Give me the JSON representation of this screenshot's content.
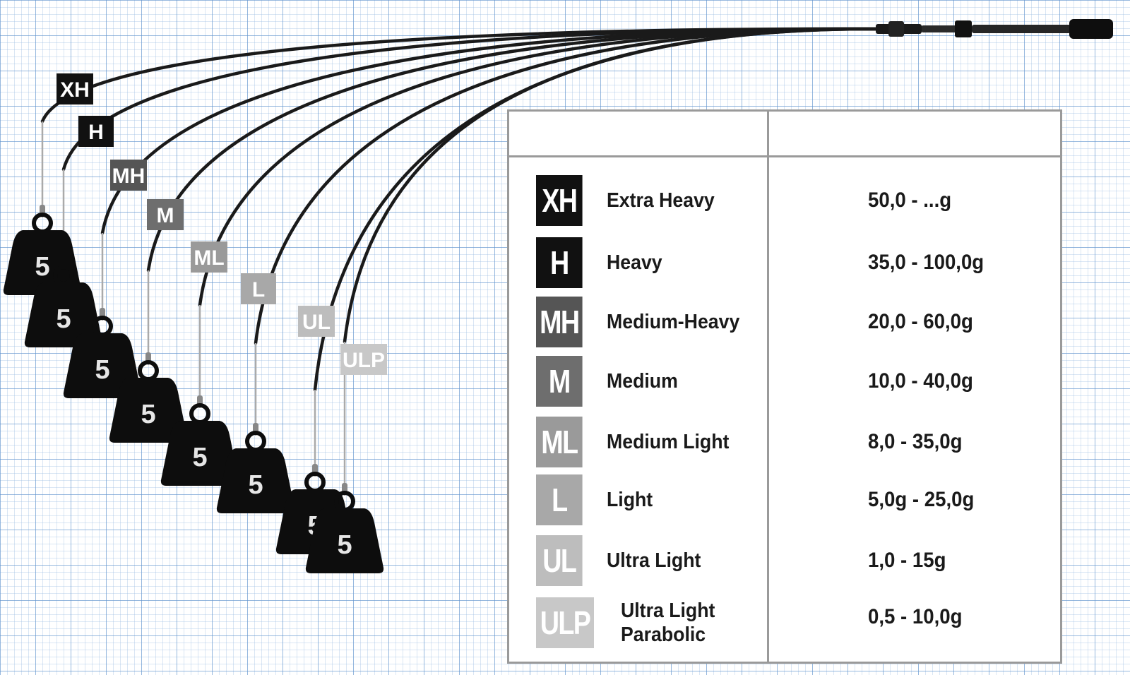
{
  "rods": [
    {
      "code": "XH",
      "weight": "5",
      "color": "#111111"
    },
    {
      "code": "H",
      "weight": "5",
      "color": "#111111"
    },
    {
      "code": "MH",
      "weight": "5",
      "color": "#555555"
    },
    {
      "code": "M",
      "weight": "5",
      "color": "#6e6e6e"
    },
    {
      "code": "ML",
      "weight": "5",
      "color": "#9a9a9a"
    },
    {
      "code": "L",
      "weight": "5",
      "color": "#a8a8a8"
    },
    {
      "code": "UL",
      "weight": "5",
      "color": "#bdbdbd"
    },
    {
      "code": "ULP",
      "weight": "5",
      "color": "#c8c8c8"
    }
  ],
  "table": {
    "rows": [
      {
        "code": "XH",
        "name": "Extra Heavy",
        "range": "50,0 - ...g",
        "color": "#111111"
      },
      {
        "code": "H",
        "name": "Heavy",
        "range": "35,0 - 100,0g",
        "color": "#111111"
      },
      {
        "code": "MH",
        "name": "Medium-Heavy",
        "range": "20,0 - 60,0g",
        "color": "#555555"
      },
      {
        "code": "M",
        "name": "Medium",
        "range": "10,0 - 40,0g",
        "color": "#6e6e6e"
      },
      {
        "code": "ML",
        "name": "Medium Light",
        "range": "8,0 - 35,0g",
        "color": "#9a9a9a"
      },
      {
        "code": "L",
        "name": "Light",
        "range": "5,0g - 25,0g",
        "color": "#a8a8a8"
      },
      {
        "code": "UL",
        "name": "Ultra Light",
        "range": "1,0 - 15g",
        "color": "#bdbdbd"
      },
      {
        "code": "ULP",
        "name": "Ultra Light\nParabolic",
        "range": "0,5 - 10,0g",
        "color": "#c8c8c8"
      }
    ]
  },
  "colors": {
    "rod": "#1a1a1a",
    "line": "#aaaaaa",
    "weight": "#0d0d0d",
    "grid": "#5f91cd"
  }
}
